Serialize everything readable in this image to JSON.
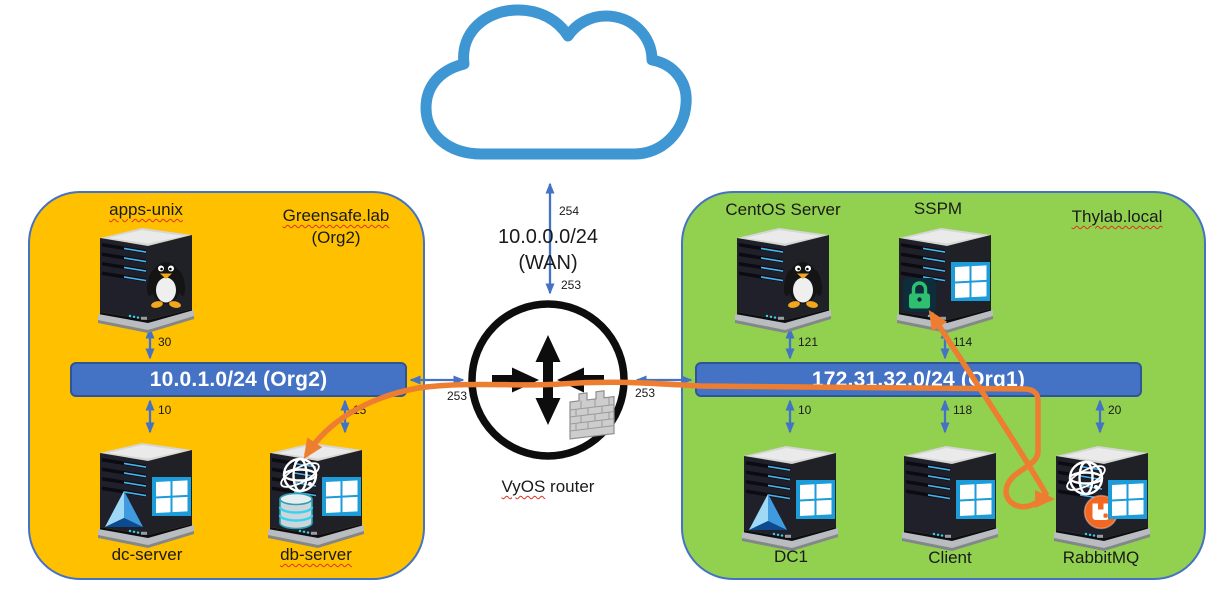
{
  "wan": {
    "subnet": "10.0.0.0/24",
    "name": "(WAN)",
    "top_ip": "254",
    "bottom_ip": "253"
  },
  "router": {
    "name_word1": "VyOS",
    "name_word2": "router",
    "left_ip": "253",
    "right_ip": "253"
  },
  "org2": {
    "domain": "Greensafe.lab",
    "org_label": "(Org2)",
    "subnet_bar": "10.0.1.0/24 (Org2)",
    "servers": [
      {
        "name": "apps-unix",
        "ip": "30",
        "icons": [
          "tux"
        ]
      },
      {
        "name": "dc-server",
        "ip": "10",
        "icons": [
          "ad",
          "windows"
        ]
      },
      {
        "name": "db-server",
        "ip": "15",
        "icons": [
          "globe",
          "db",
          "windows"
        ]
      }
    ]
  },
  "org1": {
    "domain": "Thylab.local",
    "subnet_bar": "172.31.32.0/24 (Org1)",
    "servers": [
      {
        "name": "CentOS Server",
        "ip": "121",
        "icons": [
          "tux"
        ]
      },
      {
        "name": "SSPM",
        "ip": "114",
        "icons": [
          "lock",
          "windows"
        ]
      },
      {
        "name": "DC1",
        "ip": "10",
        "icons": [
          "ad",
          "windows"
        ]
      },
      {
        "name": "Client",
        "ip": "118",
        "icons": [
          "windows"
        ]
      },
      {
        "name": "RabbitMQ",
        "ip": "20",
        "icons": [
          "globe",
          "rabbit",
          "windows"
        ]
      }
    ]
  },
  "colors": {
    "org2_fill": "#FFC000",
    "org1_fill": "#92D050",
    "zone_border": "#4472C4",
    "subnet_bar_fill": "#4472C4",
    "subnet_bar_border": "#2F5597",
    "link_arrow_blue": "#4472C4",
    "flow_arrow_orange": "#ED7D31",
    "cloud_blue": "#3E96D2",
    "router_black": "#0d0d0d"
  },
  "icon_names": [
    "wan-cloud-icon",
    "router-icon",
    "firewall-icon",
    "server-tower-icon",
    "tux-linux-icon",
    "windows-logo-icon",
    "active-directory-icon",
    "globe-icon",
    "database-icon",
    "lock-icon",
    "rabbitmq-icon"
  ]
}
